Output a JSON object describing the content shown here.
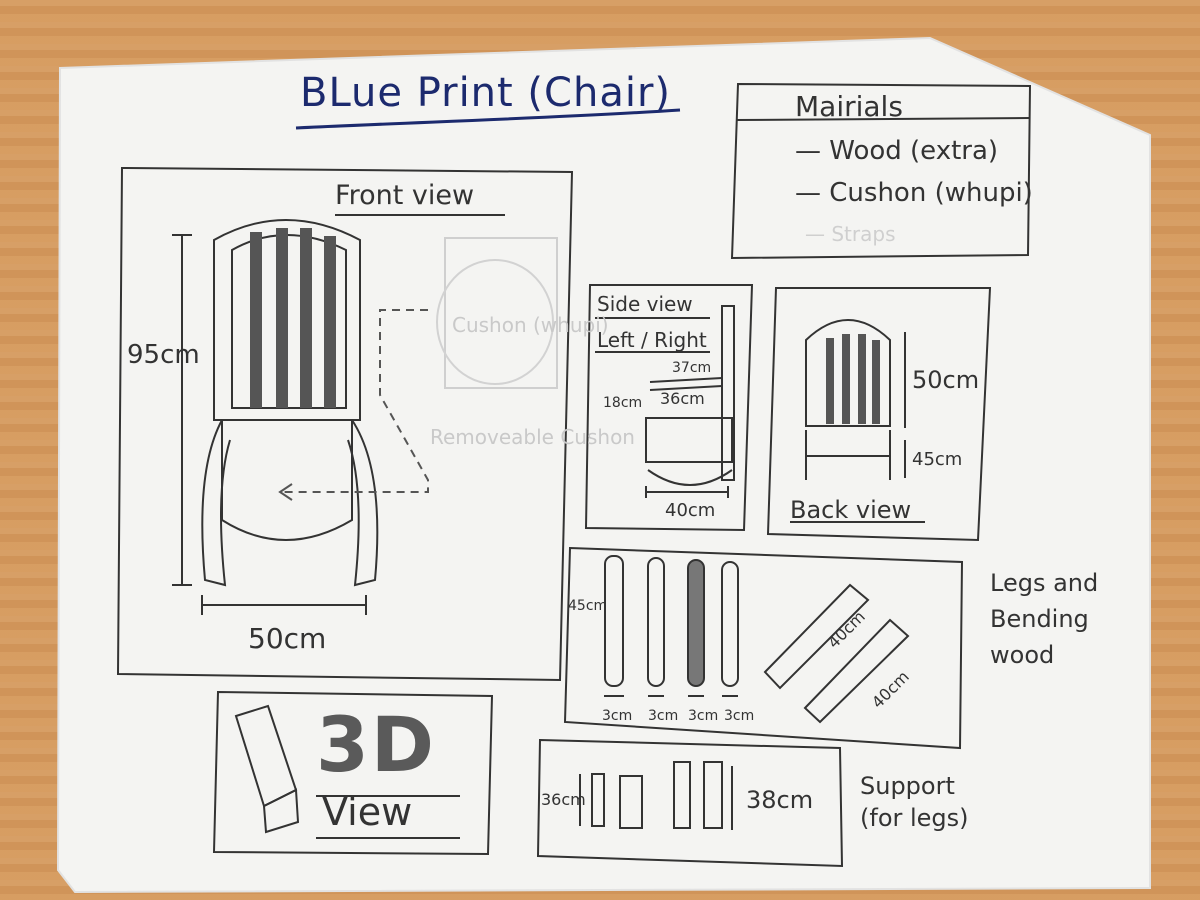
{
  "title": "BLue Print (Chair)",
  "materials": {
    "heading": "Mairials",
    "items": [
      "— Wood (extra)",
      "— Cushon (whupi)",
      "— Straps"
    ]
  },
  "front": {
    "label": "Front view",
    "height": "95cm",
    "width": "50cm",
    "cushion": "Cushon (whupi)",
    "removable": "Removeable Cushon"
  },
  "side": {
    "label1": "Side view",
    "label2": "Left / Right",
    "d37": "37cm",
    "d18": "18cm",
    "d36": "36cm",
    "d40": "40cm"
  },
  "back": {
    "label": "Back view",
    "d50": "50cm",
    "d45": "45cm"
  },
  "legs": {
    "label": "Legs and Bending wood",
    "leg_height": "45cm",
    "widths": [
      "3cm",
      "3cm",
      "3cm",
      "3cm"
    ],
    "bend1": "40cm",
    "bend2": "40cm"
  },
  "support": {
    "label": "Support (for legs)",
    "d36": "36cm",
    "d38": "38cm"
  },
  "view3d": {
    "big": "3D",
    "word": "View"
  }
}
